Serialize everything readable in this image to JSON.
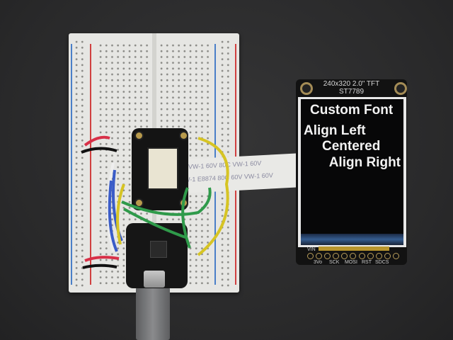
{
  "display": {
    "board_title_line1": "240x320 2.0\" TFT",
    "board_title_line2": "ST7789",
    "screen_lines": [
      "Custom Font",
      "Align Left",
      "Centered",
      "Align Right"
    ],
    "pin_labels": [
      "VIN",
      "3Vo",
      "SCK",
      "MOSI",
      "RST",
      "SDCS"
    ]
  },
  "ribbon": {
    "print_line1": "VW-1  60V  80C  VW-1  60V",
    "print_line2": "VW-1 E8874  80C  60V  VW-1  60V"
  },
  "colors": {
    "background": "#2b2b2c",
    "breadboard": "#e6e6e3",
    "wire_red": "#d83048",
    "wire_black": "#111111",
    "wire_blue": "#3a5cc8",
    "wire_green": "#2f9a4a",
    "wire_yellow": "#d6c424",
    "wire_white": "#eeeeee"
  }
}
